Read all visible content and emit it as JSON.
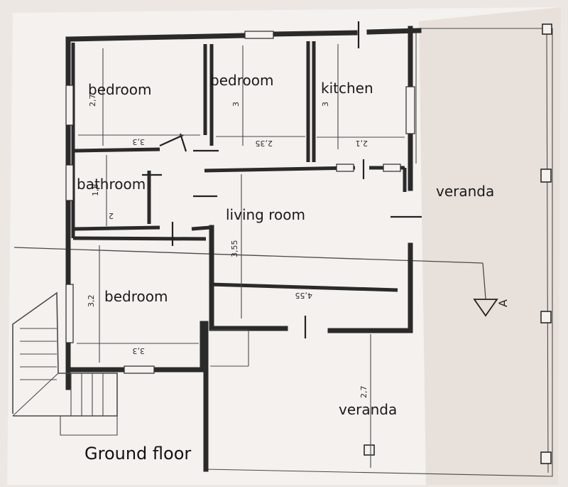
{
  "title": "Ground floor",
  "rooms": {
    "bedroom_top_left": "bedroom",
    "bedroom_top_mid": "bedroom",
    "kitchen": "kitchen",
    "bathroom": "bathroom",
    "living_room": "living room",
    "bedroom_bottom": "bedroom",
    "veranda_right": "veranda",
    "veranda_bottom": "veranda"
  },
  "dimensions": {
    "bed1_height": "2,7",
    "bed1_width": "3,3",
    "bed2_height": "3",
    "bed2_width": "2,35",
    "kitchen_height": "3",
    "kitchen_width": "2,1",
    "bath_height": "1,8",
    "bath_width": "2",
    "living_height": "3,55",
    "living_width": "4,55",
    "bed3_height": "3,2",
    "bed3_width": "3,3",
    "veranda_height": "2,7"
  },
  "section_marker": "A"
}
